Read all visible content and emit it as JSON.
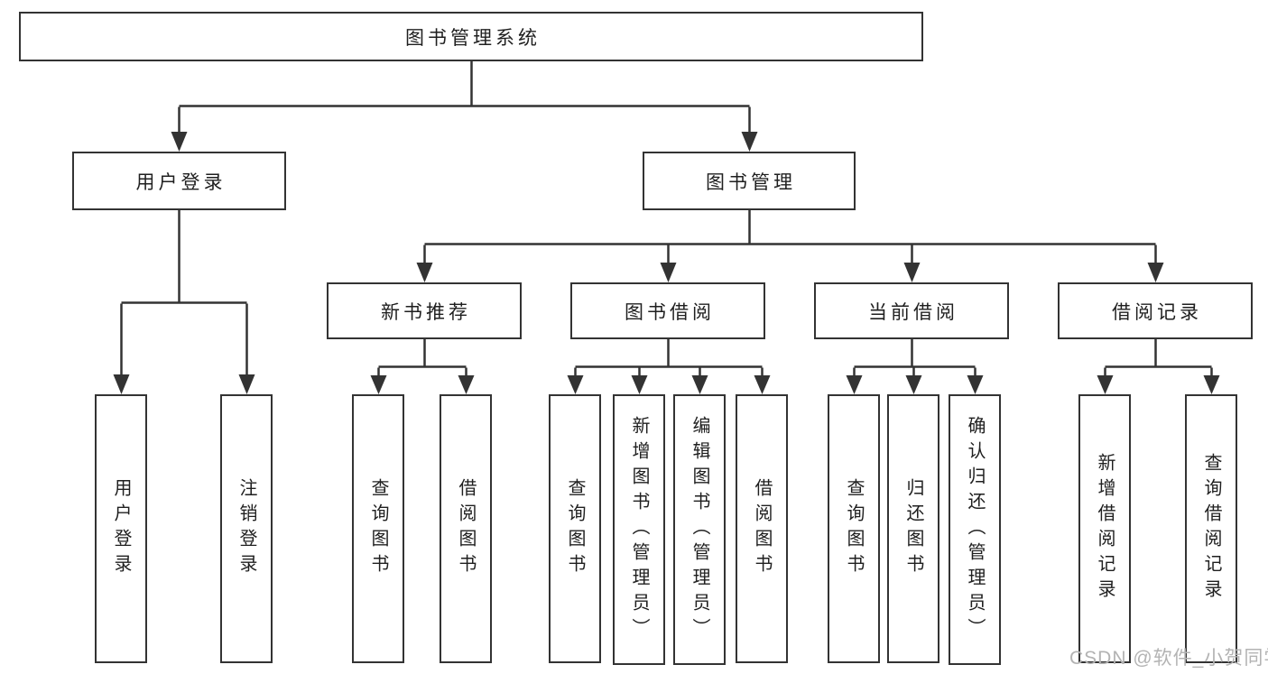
{
  "diagram": {
    "title_node": "图书管理系统",
    "nodes": {
      "root": "图书管理系统",
      "user_login": "用户登录",
      "book_mgmt": "图书管理",
      "new_book_rec": "新书推荐",
      "book_borrow": "图书借阅",
      "current_borrow": "当前借阅",
      "borrow_records": "借阅记录",
      "leaf_user_login": "用户登录",
      "leaf_logout": "注销登录",
      "leaf_query_books_rec": "查询图书",
      "leaf_borrow_books_rec": "借阅图书",
      "leaf_query_books_borrow": "查询图书",
      "leaf_add_books": "新增图书（管理员）",
      "leaf_edit_books": "编辑图书（管理员）",
      "leaf_borrow_books_borrow": "借阅图书",
      "leaf_query_books_current": "查询图书",
      "leaf_return_books": "归还图书",
      "leaf_confirm_return": "确认归还（管理员）",
      "leaf_add_record": "新增借阅记录",
      "leaf_query_record": "查询借阅记录"
    },
    "hierarchy": {
      "图书管理系统": {
        "用户登录": [
          "用户登录",
          "注销登录"
        ],
        "图书管理": {
          "新书推荐": [
            "查询图书",
            "借阅图书"
          ],
          "图书借阅": [
            "查询图书",
            "新增图书（管理员）",
            "编辑图书（管理员）",
            "借阅图书"
          ],
          "当前借阅": [
            "查询图书",
            "归还图书",
            "确认归还（管理员）"
          ],
          "借阅记录": [
            "新增借阅记录",
            "查询借阅记录"
          ]
        }
      }
    },
    "colors": {
      "line": "#333333",
      "box_border": "#333333",
      "text": "#1f1f1f",
      "background": "#ffffff",
      "watermark_text_color": "#b3b3b3"
    }
  },
  "watermark": "CSDN @软件_小贺同学"
}
